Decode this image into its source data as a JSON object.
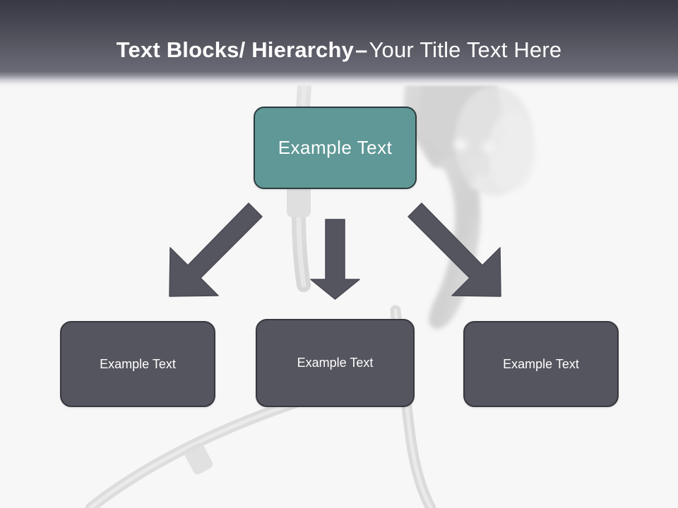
{
  "slide": {
    "title": {
      "strong": "Text Blocks/ Hierarchy",
      "dash": "–",
      "light": "Your Title Text Here"
    },
    "background_color": "#f7f7f7",
    "header_gradient_top": "#393945",
    "header_gradient_bottom": "#6a6a76"
  },
  "diagram": {
    "type": "hierarchy",
    "top_node": {
      "label": "Example  Text",
      "fill": "#5f9897",
      "border": "#2d3b3e",
      "text_color": "#ffffff"
    },
    "children": [
      {
        "label": "Example Text",
        "fill": "#55555f",
        "border": "#37373f",
        "text_color": "#ffffff"
      },
      {
        "label": "Example Text",
        "fill": "#55555f",
        "border": "#37373f",
        "text_color": "#ffffff"
      },
      {
        "label": "Example Text",
        "fill": "#55555f",
        "border": "#37373f",
        "text_color": "#ffffff"
      }
    ],
    "connectors": [
      {
        "name": "arrow-down-left",
        "direction": "down-left",
        "color": "#55555f"
      },
      {
        "name": "arrow-down",
        "direction": "down",
        "color": "#55555f"
      },
      {
        "name": "arrow-down-right",
        "direction": "down-right",
        "color": "#55555f"
      }
    ]
  }
}
